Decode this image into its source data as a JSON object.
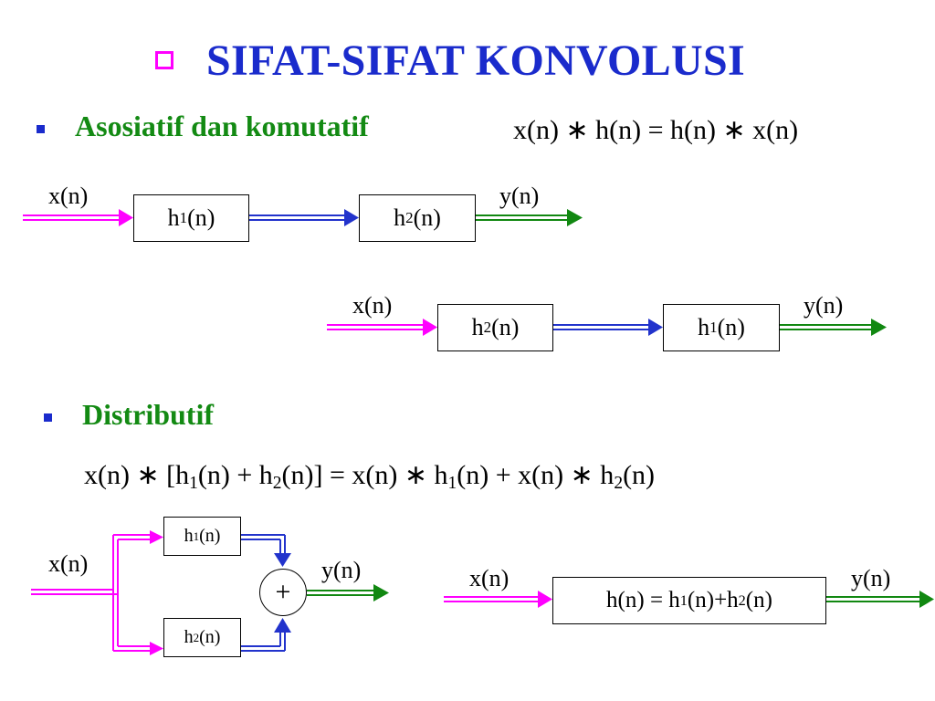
{
  "title": {
    "text": "SIFAT-SIFAT KONVOLUSI",
    "icon": "hollow-square-bullet-icon",
    "color": "#1a2bcc",
    "icon_color": "#ff00ff"
  },
  "section1": {
    "heading": "Asosiatif dan komutatif",
    "equation": "x(n) ∗ h(n) = h(n) ∗ x(n)",
    "diagram1": {
      "input": "x(n)",
      "block1": "h",
      "block1_sub": "1",
      "block1_arg": "(n)",
      "block2": "h",
      "block2_sub": "2",
      "block2_arg": "(n)",
      "output": "y(n)"
    },
    "diagram2": {
      "input": "x(n)",
      "block1": "h",
      "block1_sub": "2",
      "block1_arg": "(n)",
      "block2": "h",
      "block2_sub": "1",
      "block2_arg": "(n)",
      "output": "y(n)"
    }
  },
  "section2": {
    "heading": "Distributif",
    "eq": {
      "p1": "x(n) ∗ [h",
      "s1": "1",
      "p2": "(n) + h",
      "s2": "2",
      "p3": "(n)] = x(n) ∗ h",
      "s3": "1",
      "p4": "(n) + x(n) ∗ h",
      "s4": "2",
      "p5": "(n)"
    },
    "parallel": {
      "input": "x(n)",
      "top": "h",
      "top_sub": "1",
      "top_arg": "(n)",
      "bottom": "h",
      "bottom_sub": "2",
      "bottom_arg": "(n)",
      "sum": "+",
      "output": "y(n)"
    },
    "combined": {
      "input": "x(n)",
      "p1": "h(n) = h",
      "s1": "1",
      "p2": "(n)+h",
      "s2": "2",
      "p3": "(n)",
      "output": "y(n)"
    }
  },
  "colors": {
    "input_arrow": "#ff00ff",
    "mid_arrow": "#2233cc",
    "output_arrow": "#118811",
    "heading": "#138a13",
    "bullet": "#1a2bcc"
  }
}
